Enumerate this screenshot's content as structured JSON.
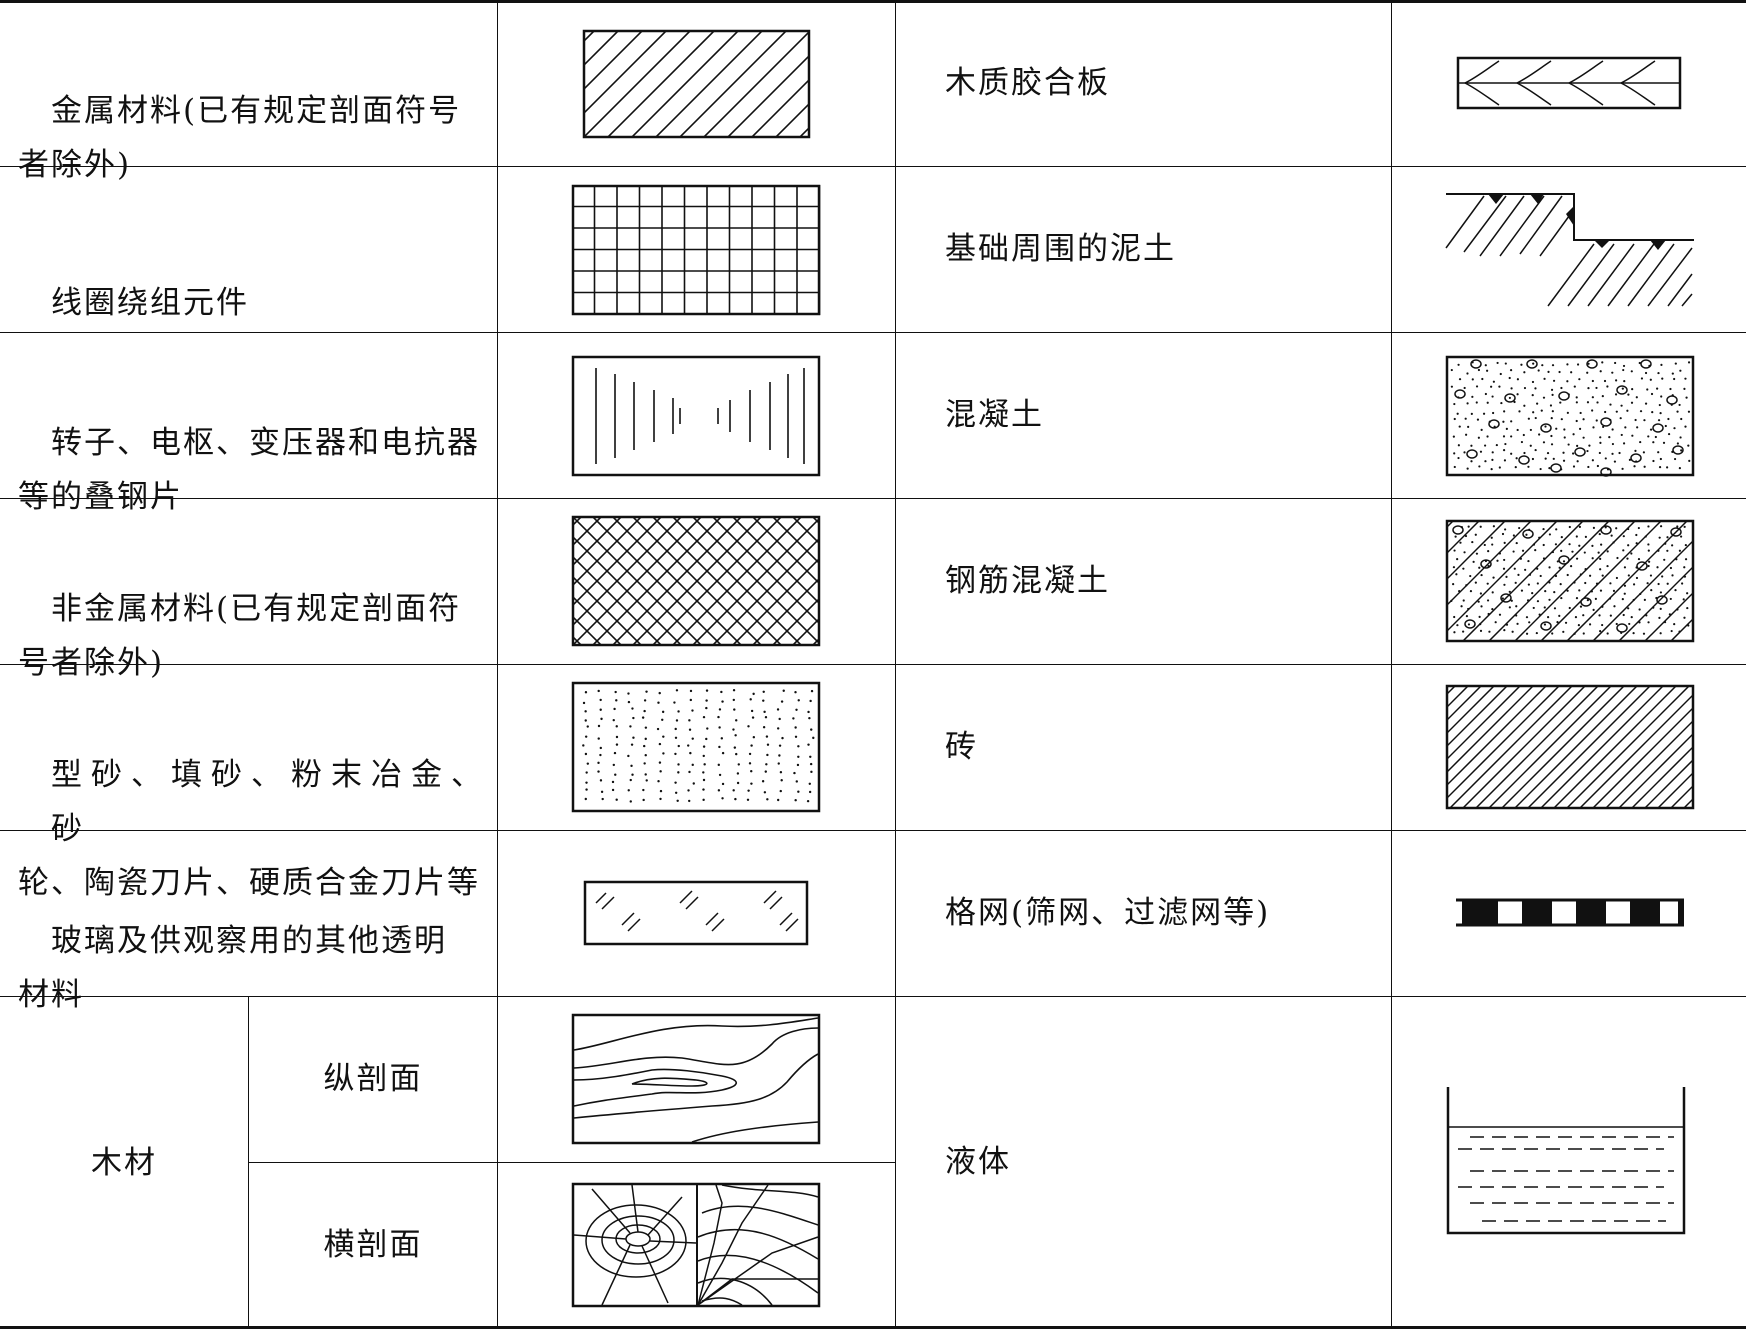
{
  "left_rows": [
    {
      "name": "金属材料(已有规定剖面符号者除外)",
      "line1": "金属材料(已有规定剖面符号",
      "line2": "者除外)",
      "symbol": "hatch-45"
    },
    {
      "name": "线圈绕组元件",
      "line1": "线圈绕组元件",
      "line2": "",
      "symbol": "grid"
    },
    {
      "name": "转子、电枢、变压器和电抗器等的叠钢片",
      "line1": "转子、电枢、变压器和电抗器",
      "line2": "等的叠钢片",
      "symbol": "lamination"
    },
    {
      "name": "非金属材料(已有规定剖面符号者除外)",
      "line1": "非金属材料(已有规定剖面符",
      "line2": "号者除外)",
      "symbol": "cross-hatch"
    },
    {
      "name": "型砂、填砂、粉末冶金、砂轮、陶瓷刀片、硬质合金刀片等",
      "line1": "型砂、填砂、粉末冶金、砂",
      "line2": "轮、陶瓷刀片、硬质合金刀片等",
      "symbol": "dots"
    },
    {
      "name": "玻璃及供观察用的其他透明材料",
      "line1": "玻璃及供观察用的其他透明",
      "line2": "材料",
      "symbol": "glass"
    }
  ],
  "wood": {
    "label": "木材",
    "longitudinal": "纵剖面",
    "transverse": "横剖面"
  },
  "right_rows": [
    {
      "name": "木质胶合板",
      "symbol": "plywood"
    },
    {
      "name": "基础周围的泥土",
      "symbol": "soil"
    },
    {
      "name": "混凝土",
      "symbol": "concrete"
    },
    {
      "name": "钢筋混凝土",
      "symbol": "reinforced-concrete"
    },
    {
      "name": "砖",
      "symbol": "brick"
    },
    {
      "name": "格网(筛网、过滤网等)",
      "symbol": "grating"
    },
    {
      "name": "液体",
      "symbol": "liquid"
    }
  ]
}
